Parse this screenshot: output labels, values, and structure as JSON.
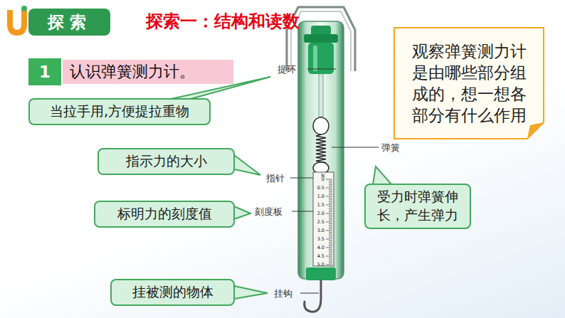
{
  "diagram": {
    "title": "探索一：结构和读数",
    "nodes": [
      {
        "text": [
          "探索"
        ]
      },
      {
        "text": [
          "1"
        ]
      },
      {
        "text": [
          "认识弹簧测力计。"
        ]
      },
      {
        "text": [
          "观察弹簧测力计是由哪些部分组成的，想一想各部分有什么作用"
        ]
      },
      {
        "text": [
          "当拉手用,方便提拉重物"
        ]
      },
      {
        "text": [
          "指示力的大小"
        ]
      },
      {
        "text": [
          "标明力的刻度值"
        ]
      },
      {
        "text": [
          "受力时弹簧伸长，产生弹力"
        ]
      },
      {
        "text": [
          "挂被测的物体"
        ]
      }
    ],
    "labels": [
      "提环",
      "弹簧",
      "指针",
      "刻度板",
      "挂钩",
      "N",
      "0",
      "0.5",
      "1.0",
      "1.5",
      "2.0",
      "2.5",
      "3.0",
      "3.5",
      "4.0",
      "4.5",
      "5.0"
    ]
  }
}
